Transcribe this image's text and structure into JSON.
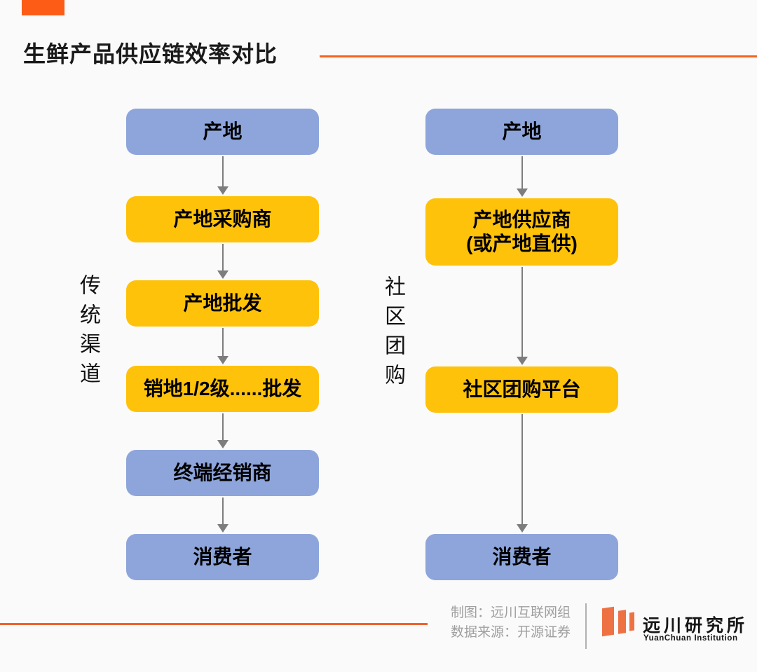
{
  "title": "生鲜产品供应链效率对比",
  "columns": [
    {
      "label": "传统渠道",
      "nodes": [
        {
          "lines": [
            "产地"
          ],
          "color": "blue"
        },
        {
          "lines": [
            "产地采购商"
          ],
          "color": "yellow"
        },
        {
          "lines": [
            "产地批发"
          ],
          "color": "yellow"
        },
        {
          "lines": [
            "销地1/2级......批发"
          ],
          "color": "yellow"
        },
        {
          "lines": [
            "终端经销商"
          ],
          "color": "blue"
        },
        {
          "lines": [
            "消费者"
          ],
          "color": "blue"
        }
      ]
    },
    {
      "label": "社区团购",
      "nodes": [
        {
          "lines": [
            "产地"
          ],
          "color": "blue"
        },
        {
          "lines": [
            "产地供应商",
            "(或产地直供)"
          ],
          "color": "yellow"
        },
        {
          "lines": [
            "社区团购平台"
          ],
          "color": "yellow"
        },
        {
          "lines": [
            "消费者"
          ],
          "color": "blue"
        }
      ]
    }
  ],
  "footer": {
    "credit_maker": "制图：远川互联网组",
    "credit_source": "数据来源：开源证券",
    "logo_name_cn": "远川研究所",
    "logo_name_en": "YuanChuan Institution"
  },
  "colors": {
    "background": "#FAFAFA",
    "accent_orange": "#FC5C16",
    "rule_orange": "#F7631D",
    "node_blue": "#8EA5DB",
    "node_yellow": "#FFC20A",
    "arrow_gray": "#7D7D7D",
    "credit_gray": "#9F9F9F",
    "divider_gray": "#B0B0B0",
    "logo_orange": "#EE7144"
  }
}
